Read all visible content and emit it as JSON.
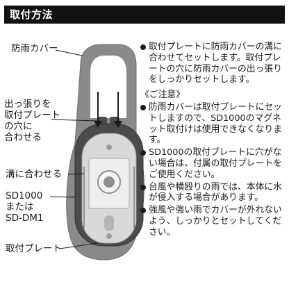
{
  "header": {
    "title": "取付方法"
  },
  "callouts": {
    "rain_cover": "防雨カバー",
    "protrusion": [
      "出っ張りを",
      "取付プレート",
      "の穴に",
      "合わせる"
    ],
    "groove": "溝に合わせる",
    "model": [
      "SD1000",
      "または",
      "SD-DM1"
    ],
    "mount_plate": "取付プレート"
  },
  "instructions": {
    "main_text": "取付プレートに防雨カバーの溝に合わせてセットします。取付プレートの穴に防雨カバーの出っ張りをしっかりセットします。"
  },
  "notice": {
    "heading": "《ご注意》",
    "items": [
      "防雨カバーは取付プレートにセットしますので、SD1000のマグネット取付けは使用できなくなります。",
      "SD1000の取付プレートに穴がない場合は、付属の取付プレートをご使用ください。",
      "台風や横殴りの雨では、本体に水が侵入する場合があります。",
      "強風や強い雨でカバーが外れないよう、しっかりとセットしてください。"
    ]
  },
  "colors": {
    "header_bg": "#121212",
    "cover_gray": "#8a8a8a",
    "plate_light": "#d9d9d9",
    "device_dark": "#4b4b4b"
  }
}
